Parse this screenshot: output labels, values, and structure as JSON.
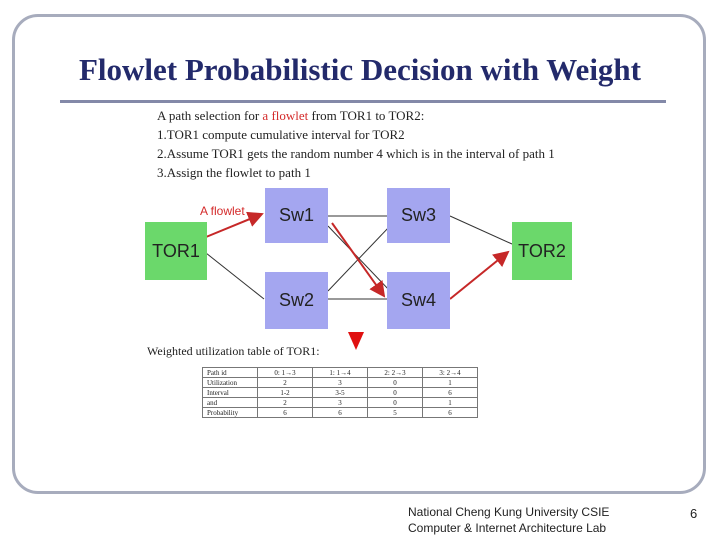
{
  "title": "Flowlet Probabilistic Decision with Weight",
  "steps": {
    "line1_prefix": "A path selection for ",
    "line1_highlight": "a flowlet",
    "line1_suffix": " from TOR1 to TOR2:",
    "line2": "1.TOR1 compute cumulative interval for TOR2",
    "line3": "2.Assume TOR1 gets the random number 4 which is in the interval of path 1",
    "line4": "3.Assign the flowlet to path 1"
  },
  "diagram": {
    "flowlet_label": "A flowlet",
    "nodes": {
      "tor1": "TOR1",
      "tor2": "TOR2",
      "sw1": "Sw1",
      "sw2": "Sw2",
      "sw3": "Sw3",
      "sw4": "Sw4"
    },
    "colors": {
      "switch": "#a4a6f0",
      "tor": "#6bd86b",
      "flowlet_path": "#c62828"
    }
  },
  "table": {
    "title": "Weighted utilization table of TOR1:",
    "headers": [
      "Path id",
      "0: 1→3",
      "1: 1→4",
      "2: 2→3",
      "3: 2→4"
    ],
    "rows": [
      {
        "label": "Utilization",
        "cells": [
          "2",
          "3",
          "0",
          "1"
        ]
      },
      {
        "label": "Interval",
        "cells": [
          "1-2",
          "3-5",
          "0",
          "6"
        ]
      },
      {
        "label": "and",
        "cells": [
          "2",
          "3",
          "0",
          "1"
        ]
      },
      {
        "label": "Probability",
        "cells": [
          "6",
          "6",
          "5",
          "6"
        ]
      }
    ]
  },
  "footer": {
    "line1": "National Cheng Kung University CSIE",
    "line2": "Computer & Internet Architecture Lab",
    "page": "6"
  }
}
